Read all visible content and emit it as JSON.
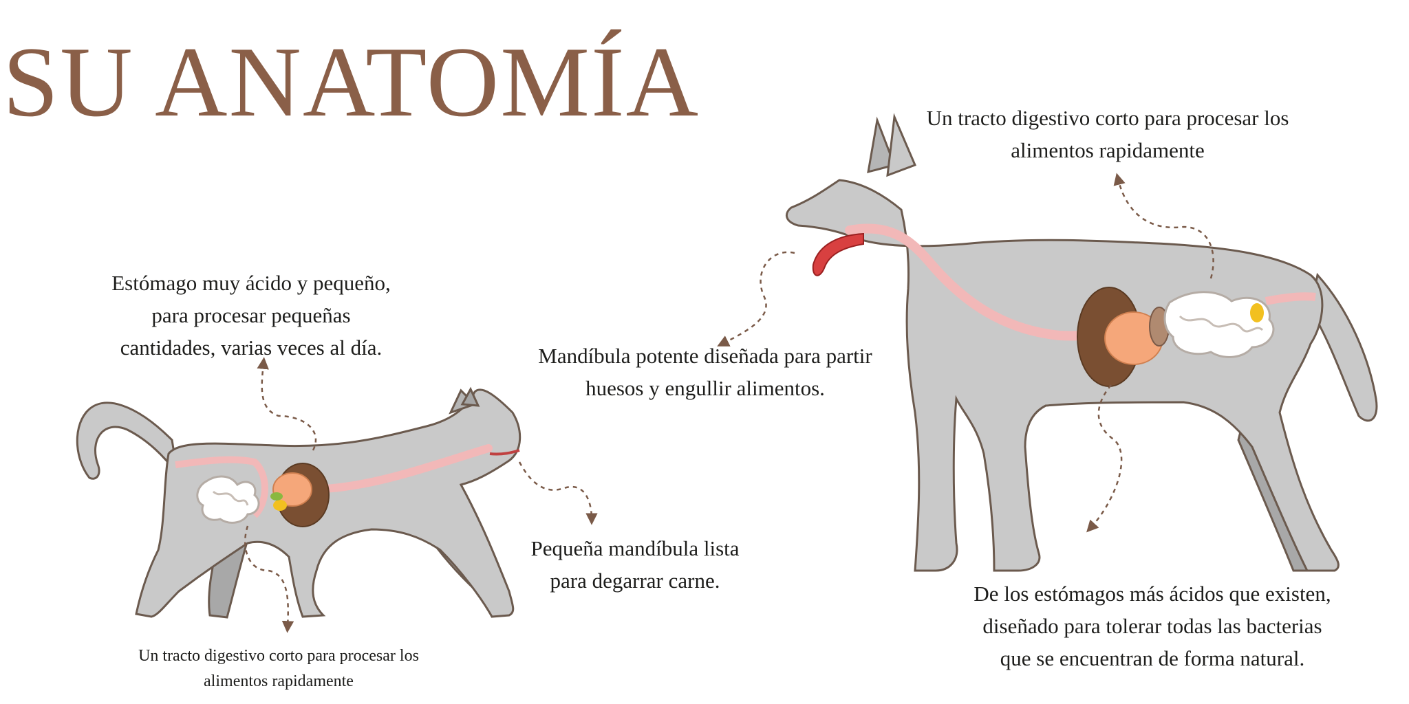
{
  "title": "SU ANATOMÍA",
  "cat": {
    "stomach_caption": [
      "Estómago muy ácido y pequeño,",
      "para procesar pequeñas",
      "cantidades, varias veces al día."
    ],
    "jaw_caption": [
      "Pequeña mandíbula lista",
      "para degarrar carne."
    ],
    "tract_caption": [
      "Un tracto digestivo corto para procesar los",
      "alimentos rapidamente"
    ]
  },
  "dog": {
    "jaw_caption": [
      "Mandíbula potente diseñada para partir",
      "huesos y engullir alimentos."
    ],
    "tract_caption": [
      "Un tracto digestivo corto para procesar los",
      "alimentos rapidamente"
    ],
    "stomach_caption": [
      "De los estómagos más ácidos que existen,",
      "diseñado para tolerar todas las bacterias",
      "que se encuentran de forma natural."
    ]
  },
  "colors": {
    "title": "#8a5f48",
    "body_fill": "#c9c9c9",
    "outline": "#6b5a4e",
    "esophagus": "#f2b8b8",
    "stomach": "#f5a77a",
    "liver": "#7a4f32",
    "intestine": "#ffffff",
    "arrow": "#7a5a48"
  }
}
